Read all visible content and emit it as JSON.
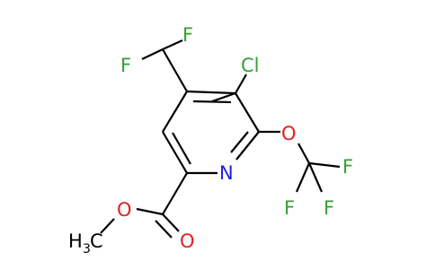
{
  "molecule": {
    "atoms": {
      "cl": "Cl",
      "n": "N",
      "o_ether": "O",
      "o_ester": "O",
      "o_carbonyl": "O",
      "f1": "F",
      "f2": "F",
      "f3": "F",
      "f4": "F",
      "f5": "F",
      "methyl_h": "H",
      "methyl_sub": "3",
      "methyl_c": "C"
    },
    "colors": {
      "carbon_bonds": "#000000",
      "chlorine": "#33a033",
      "fluorine": "#33a033",
      "nitrogen": "#2020e0",
      "oxygen": "#e02020"
    }
  }
}
